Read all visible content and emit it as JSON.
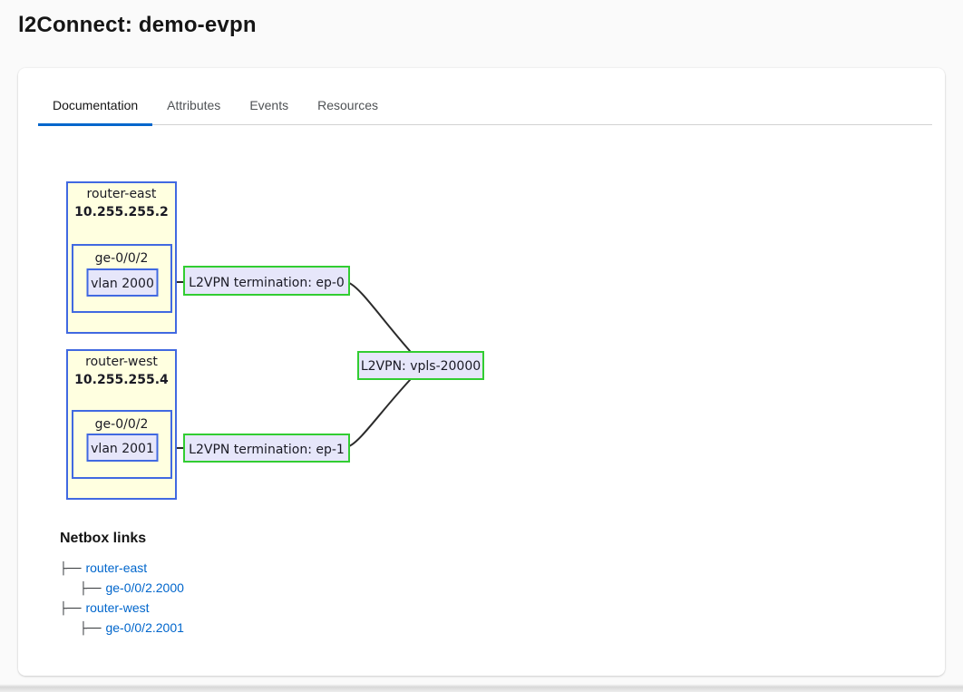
{
  "page": {
    "title": "l2Connect: demo-evpn"
  },
  "tabs": [
    {
      "label": "Documentation",
      "active": true
    },
    {
      "label": "Attributes",
      "active": false
    },
    {
      "label": "Events",
      "active": false
    },
    {
      "label": "Resources",
      "active": false
    }
  ],
  "diagram": {
    "nodes": {
      "router_east": {
        "name": "router-east",
        "ip": "10.255.255.2",
        "interface": "ge-0/0/2",
        "vlan": "vlan 2000"
      },
      "router_west": {
        "name": "router-west",
        "ip": "10.255.255.4",
        "interface": "ge-0/0/2",
        "vlan": "vlan 2001"
      },
      "termination_0": {
        "label": "L2VPN termination: ep-0"
      },
      "termination_1": {
        "label": "L2VPN termination: ep-1"
      },
      "l2vpn": {
        "label": "L2VPN: vpls-20000"
      }
    },
    "colors": {
      "router_fill": "#ffffe0",
      "router_border": "#4169e1",
      "vlan_fill": "#e6e6fa",
      "termination_fill": "#e6e6fa",
      "termination_border": "#32cd32",
      "edge": "#2b2b2b"
    }
  },
  "netbox": {
    "heading": "Netbox links",
    "tree_glyph": "├──",
    "links": [
      {
        "label": "router-east",
        "level": 1
      },
      {
        "label": "ge-0/0/2.2000",
        "level": 2
      },
      {
        "label": "router-west",
        "level": 1
      },
      {
        "label": "ge-0/0/2.2001",
        "level": 2
      }
    ]
  },
  "theme": {
    "accent": "#0066cc",
    "link_color": "#0066cc",
    "title_color": "#151515",
    "tab_inactive_color": "#4f5255"
  }
}
